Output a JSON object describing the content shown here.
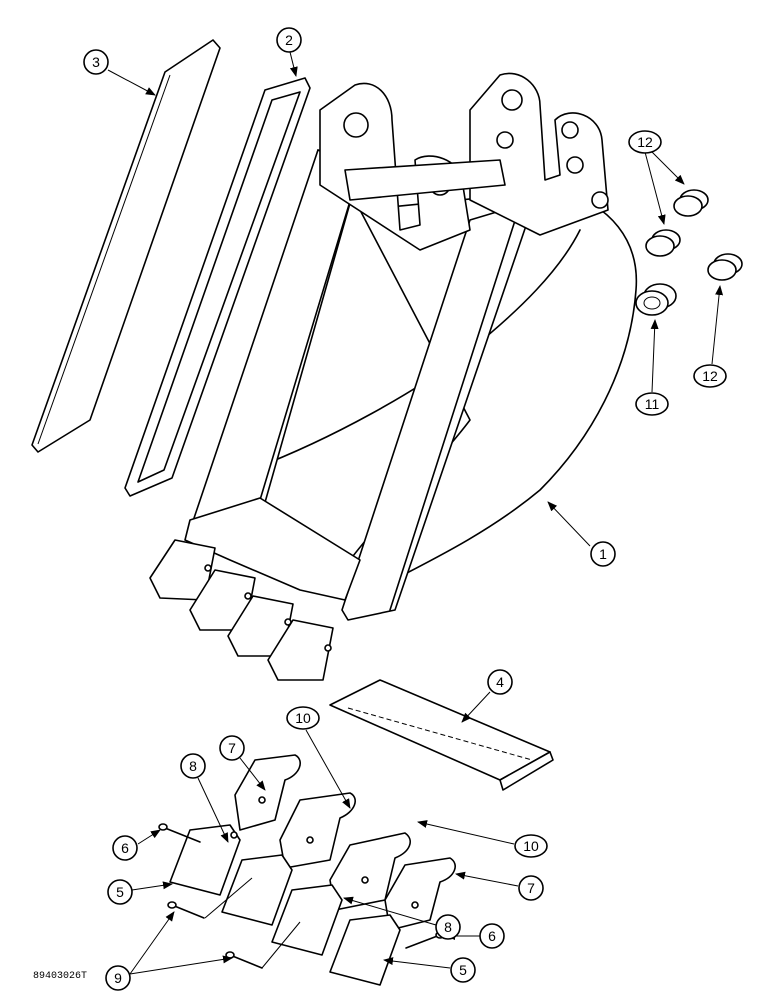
{
  "figure_id": "89403026T",
  "callouts": [
    {
      "id": "c-3",
      "label": "3"
    },
    {
      "id": "c-2",
      "label": "2"
    },
    {
      "id": "c-12a",
      "label": "12"
    },
    {
      "id": "c-11",
      "label": "11"
    },
    {
      "id": "c-12b",
      "label": "12"
    },
    {
      "id": "c-1",
      "label": "1"
    },
    {
      "id": "c-4",
      "label": "4"
    },
    {
      "id": "c-10a",
      "label": "10"
    },
    {
      "id": "c-7a",
      "label": "7"
    },
    {
      "id": "c-8a",
      "label": "8"
    },
    {
      "id": "c-10b",
      "label": "10"
    },
    {
      "id": "c-6a",
      "label": "6"
    },
    {
      "id": "c-7b",
      "label": "7"
    },
    {
      "id": "c-5a",
      "label": "5"
    },
    {
      "id": "c-8b",
      "label": "8"
    },
    {
      "id": "c-6b",
      "label": "6"
    },
    {
      "id": "c-9",
      "label": "9"
    },
    {
      "id": "c-5b",
      "label": "5"
    }
  ]
}
